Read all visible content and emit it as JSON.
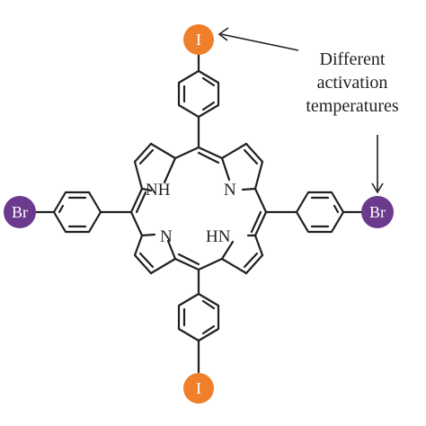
{
  "annotation": {
    "lines": [
      "Different",
      "activation",
      "temperatures"
    ]
  },
  "atoms": {
    "top_halogen": "I",
    "bottom_halogen": "I",
    "left_halogen": "Br",
    "right_halogen": "Br",
    "nh_upper_left": "NH",
    "n_upper_right": "N",
    "n_lower_left": "N",
    "hn_lower_right": "HN"
  },
  "colors": {
    "iodine": "#f07f2b",
    "bromine": "#6b3a8c",
    "bond": "#231f20"
  }
}
